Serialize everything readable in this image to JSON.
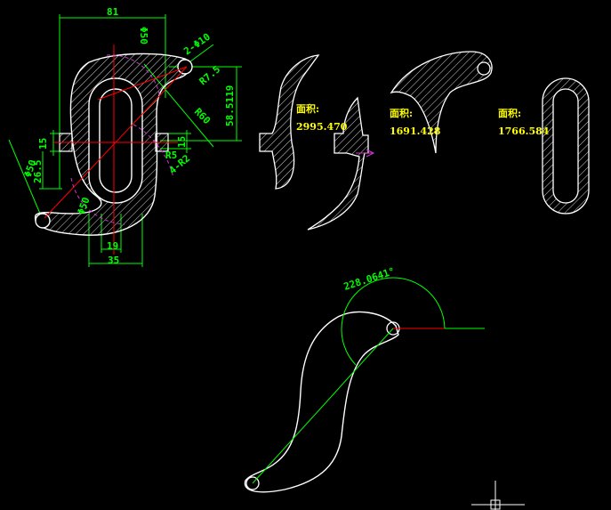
{
  "colors": {
    "background": "#000000",
    "outline": "#ffffff",
    "dimension": "#00ff00",
    "centerline": "#ff0000",
    "hidden_arc": "#cc33cc",
    "annotation": "#ffff00"
  },
  "dimensions": {
    "width_81": "81",
    "dia_50_top": "Φ50",
    "holes_2xd10": "2-Φ10",
    "r7_5": "R7.5",
    "r60": "R60",
    "dist_58": "58.5119",
    "h15_left": "15",
    "h15_right": "15",
    "h26_5": "26.5",
    "r5": "R5",
    "r4x2": "4-R2",
    "dia_50_left": "Φ50",
    "dia_50_bottom": "Φ50",
    "w19": "19",
    "w35": "35"
  },
  "areas": [
    {
      "label": "面积:",
      "value": "2995.470"
    },
    {
      "label": "面积:",
      "value": "1691.428"
    },
    {
      "label": "面积:",
      "value": "1766.584"
    }
  ],
  "angle_dimension": "228.0641°"
}
